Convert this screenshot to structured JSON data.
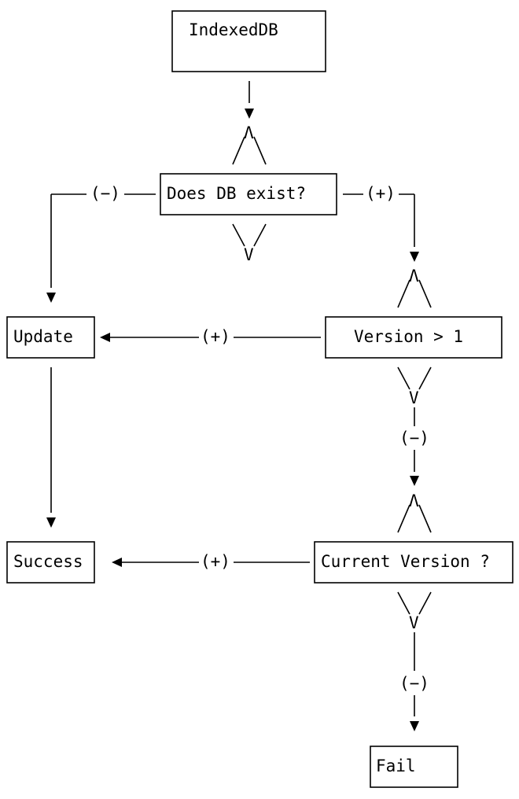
{
  "diagram": {
    "nodes": {
      "indexeddb": "IndexedDB",
      "db_exists": "Does DB exist?",
      "update": "Update",
      "version_gt_1": "Version > 1",
      "success": "Success",
      "current_version": "Current Version ?",
      "fail": "Fail"
    },
    "edge_labels": {
      "exists_no": "(−)",
      "exists_yes": "(+)",
      "version_yes": "(+)",
      "version_no": "(−)",
      "current_yes": "(+)",
      "current_no": "(−)"
    },
    "diamond_glyphs": {
      "top": "Λ",
      "bottom": "V"
    }
  }
}
